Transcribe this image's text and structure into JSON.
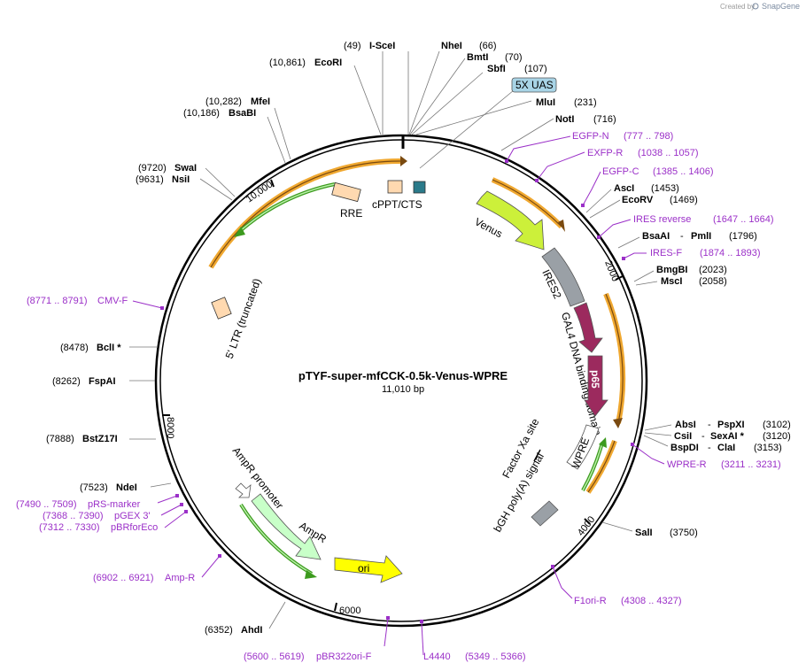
{
  "credit": {
    "prefix": "Created by",
    "brand": "SnapGene"
  },
  "plasmid": {
    "name": "pTYF-super-mfCCK-0.5k-Venus-WPRE",
    "size": "11,010 bp"
  },
  "ticks": {
    "t2000": "2000",
    "t4000": "4000",
    "t6000": "6000",
    "t8000": "8000",
    "t10000": "10,000"
  },
  "sites": [
    {
      "pos": "(49)",
      "name": "I-SceI"
    },
    {
      "pos": "(10,861)",
      "name": "EcoRI"
    },
    {
      "pos": "(66)",
      "name": "NheI"
    },
    {
      "pos": "(70)",
      "name": "BmtI"
    },
    {
      "pos": "(107)",
      "name": "SbfI"
    },
    {
      "pos": "(231)",
      "name": "MluI"
    },
    {
      "pos": "(716)",
      "name": "NotI"
    },
    {
      "pos": "(1453)",
      "name": "AscI"
    },
    {
      "pos": "(1469)",
      "name": "EcoRV"
    },
    {
      "pos": "(1796)",
      "name": "BsaAI",
      "name2": "PmlI"
    },
    {
      "pos": "(2023)",
      "name": "BmgBI"
    },
    {
      "pos": "(2058)",
      "name": "MscI"
    },
    {
      "pos": "(3102)",
      "name": "AbsI",
      "name2": "PspXI"
    },
    {
      "pos": "(3120)",
      "name": "CsiI",
      "name2": "SexAI *"
    },
    {
      "pos": "(3153)",
      "name": "BspDI",
      "name2": "ClaI"
    },
    {
      "pos": "(3750)",
      "name": "SalI"
    },
    {
      "pos": "(6352)",
      "name": "AhdI"
    },
    {
      "pos": "(7523)",
      "name": "NdeI"
    },
    {
      "pos": "(7888)",
      "name": "BstZ17I"
    },
    {
      "pos": "(8262)",
      "name": "FspAI"
    },
    {
      "pos": "(8478)",
      "name": "BclI *"
    },
    {
      "pos": "(9720)",
      "name": "SwaI"
    },
    {
      "pos": "(9631)",
      "name": "NsiI"
    },
    {
      "pos": "(10,282)",
      "name": "MfeI"
    },
    {
      "pos": "(10,186)",
      "name": "BsaBI"
    }
  ],
  "primers": [
    {
      "name": "EGFP-N",
      "range": "(777 .. 798)"
    },
    {
      "name": "EXFP-R",
      "range": "(1038 .. 1057)"
    },
    {
      "name": "EGFP-C",
      "range": "(1385 .. 1406)"
    },
    {
      "name": "IRES reverse",
      "range": "(1647 .. 1664)"
    },
    {
      "name": "IRES-F",
      "range": "(1874 .. 1893)"
    },
    {
      "name": "WPRE-R",
      "range": "(3211 .. 3231)"
    },
    {
      "name": "F1ori-R",
      "range": "(4308 .. 4327)"
    },
    {
      "name": "L4440",
      "range": "(5349 .. 5366)"
    },
    {
      "name": "pBR322ori-F",
      "range": "(5600 .. 5619)"
    },
    {
      "name": "Amp-R",
      "range": "(6902 .. 6921)"
    },
    {
      "name": "pBRforEco",
      "range": "(7312 .. 7330)"
    },
    {
      "name": "pGEX 3'",
      "range": "(7368 .. 7390)"
    },
    {
      "name": "pRS-marker",
      "range": "(7490 .. 7509)"
    },
    {
      "name": "CMV-F",
      "range": "(8771 .. 8791)"
    }
  ],
  "features": {
    "uas": "5X UAS",
    "rre": "RRE",
    "cppt": "cPPT/CTS",
    "venus": "Venus",
    "ires2": "IRES2",
    "gal4": "GAL4 DNA binding domain",
    "p65": "p65",
    "wpre": "WPRE",
    "factorxa": "Factor Xa site",
    "bgh": "bGH poly(A) signal",
    "ori": "ori",
    "ampr": "AmpR",
    "amprpromoter": "AmpR promoter",
    "ltr": "5' LTR (truncated)"
  },
  "colors": {
    "primer": "#9b30c8",
    "orf_arc": "#f0a830",
    "orf_arc_green": "#3c9a1e",
    "venus": "#ccf03a",
    "gal4": "#9c2a5e",
    "ori": "#ffff00",
    "ampr": "#c8ffc8",
    "ltr": "#ffd9b0",
    "cppt_teal": "#2a7a8a",
    "gray": "#9aa0a6",
    "uas_fill": "#a8d4e6"
  }
}
